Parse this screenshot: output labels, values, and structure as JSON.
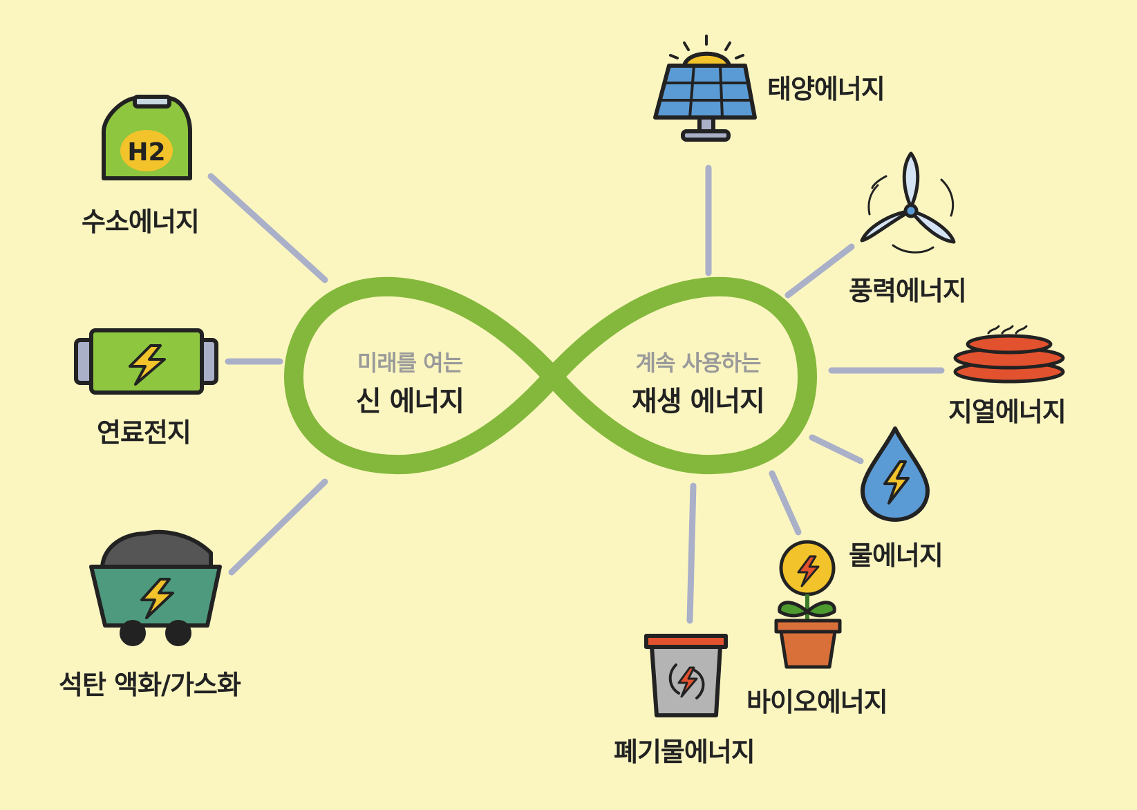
{
  "colors": {
    "background": "#fbf6c0",
    "infinity": "#84b83c",
    "connector": "#aab0c8",
    "outline": "#222222",
    "subtitle": "#9a9a9a"
  },
  "center": {
    "left_sub": "미래를 여는",
    "left_main": "신 에너지",
    "right_sub": "계속 사용하는",
    "right_main": "재생 에너지"
  },
  "left_items": [
    {
      "label": "수소에너지",
      "icon": "hydrogen-tank-icon",
      "badge": "H2"
    },
    {
      "label": "연료전지",
      "icon": "battery-icon"
    },
    {
      "label": "석탄 액화/가스화",
      "icon": "coal-cart-icon"
    }
  ],
  "right_items": [
    {
      "label": "태양에너지",
      "icon": "solar-panel-icon"
    },
    {
      "label": "풍력에너지",
      "icon": "wind-turbine-icon"
    },
    {
      "label": "지열에너지",
      "icon": "geothermal-icon"
    },
    {
      "label": "물에너지",
      "icon": "water-drop-icon"
    },
    {
      "label": "바이오에너지",
      "icon": "plant-pot-icon"
    },
    {
      "label": "폐기물에너지",
      "icon": "waste-bin-icon"
    }
  ]
}
